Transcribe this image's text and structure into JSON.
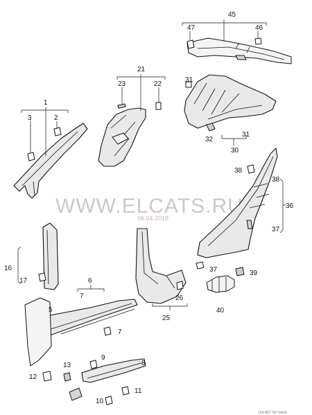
{
  "watermark": {
    "site": "WWW.ELCATS.RU",
    "date": "06.04.2018"
  },
  "callouts": {
    "c1": "1",
    "c2": "2",
    "c3": "3",
    "c5": "5",
    "c6": "6",
    "c7a": "7",
    "c7b": "7",
    "c8": "8",
    "c9": "9",
    "c10": "10",
    "c11": "11",
    "c12": "12",
    "c13": "13",
    "c16": "16",
    "c17": "17",
    "c21": "21",
    "c22": "22",
    "c23": "23",
    "c25": "25",
    "c26": "26",
    "c30": "30",
    "c31a": "31",
    "c31b": "31",
    "c32": "32",
    "c36": "36",
    "c37a": "37",
    "c37b": "37",
    "c38a": "38",
    "c38b": "38",
    "c39": "39",
    "c40": "40",
    "c45": "45",
    "c46": "46",
    "c47": "47"
  },
  "reference": "1K0 867 767 0A03"
}
